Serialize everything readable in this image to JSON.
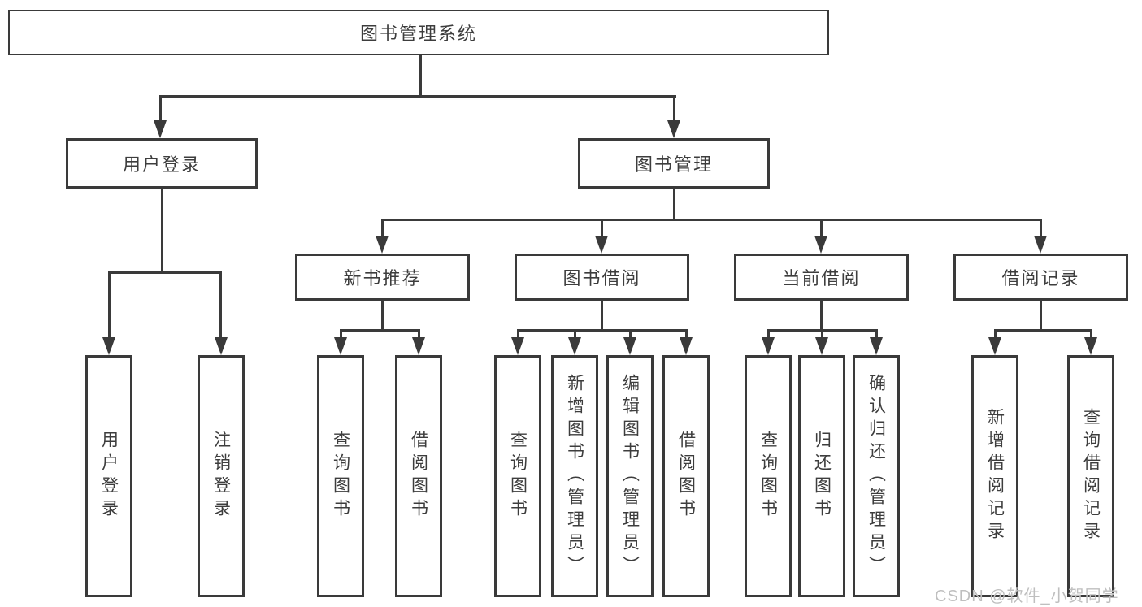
{
  "watermark": {
    "text": "CSDN @软件_小贺同学"
  },
  "colors": {
    "line": "#3a3a3a",
    "box_border": "#3a3a3a",
    "box_fill": "#ffffff",
    "text": "#3d3d3d",
    "watermark": "#bfbfbf"
  },
  "tree": {
    "label": "图书管理系统",
    "children": [
      {
        "label": "用户登录",
        "children": [
          {
            "label": "用户登录"
          },
          {
            "label": "注销登录"
          }
        ]
      },
      {
        "label": "图书管理",
        "children": [
          {
            "label": "新书推荐",
            "children": [
              {
                "label": "查询图书"
              },
              {
                "label": "借阅图书"
              }
            ]
          },
          {
            "label": "图书借阅",
            "children": [
              {
                "label": "查询图书"
              },
              {
                "label": "新增图书（管理员）"
              },
              {
                "label": "编辑图书（管理员）"
              },
              {
                "label": "借阅图书"
              }
            ]
          },
          {
            "label": "当前借阅",
            "children": [
              {
                "label": "查询图书"
              },
              {
                "label": "归还图书"
              },
              {
                "label": "确认归还（管理员）"
              }
            ]
          },
          {
            "label": "借阅记录",
            "children": [
              {
                "label": "新增借阅记录"
              },
              {
                "label": "查询借阅记录"
              }
            ]
          }
        ]
      }
    ]
  }
}
